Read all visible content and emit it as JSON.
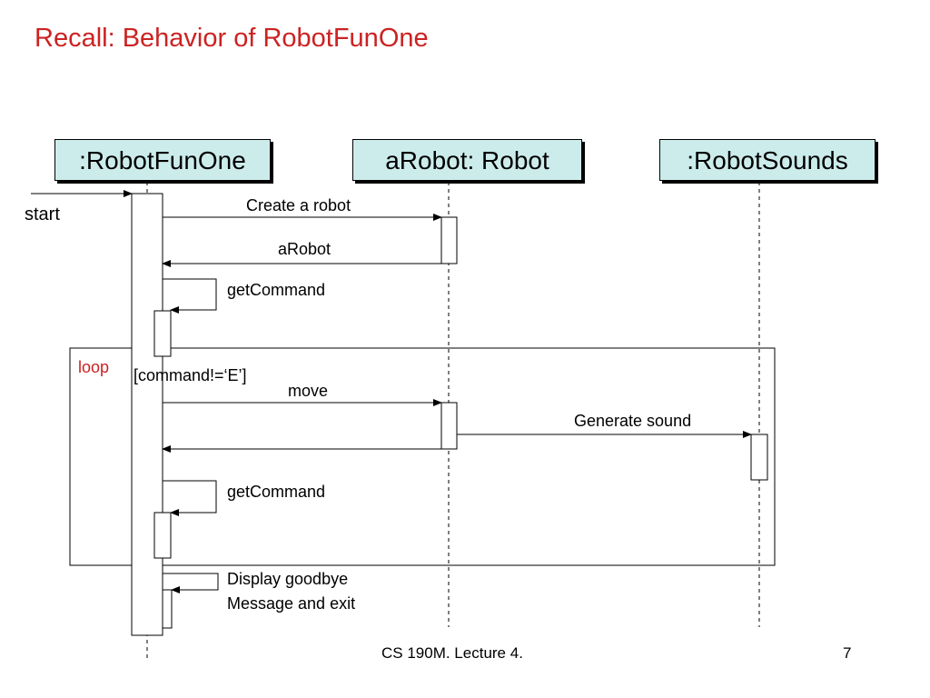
{
  "title": "Recall: Behavior of RobotFunOne",
  "participants": [
    ":RobotFunOne",
    "aRobot: Robot",
    ":RobotSounds"
  ],
  "messages": {
    "start": "start",
    "create_robot": "Create a robot",
    "return_arobot": "aRobot",
    "get_command_1": "getCommand",
    "move": "move",
    "generate_sound": "Generate sound",
    "get_command_2": "getCommand",
    "display_goodbye_1": "Display goodbye",
    "display_goodbye_2": "Message and exit"
  },
  "loop": {
    "label": "loop",
    "guard": "[command!=‘E’]"
  },
  "footer": {
    "course": "CS 190M. Lecture 4.",
    "page": "7"
  }
}
